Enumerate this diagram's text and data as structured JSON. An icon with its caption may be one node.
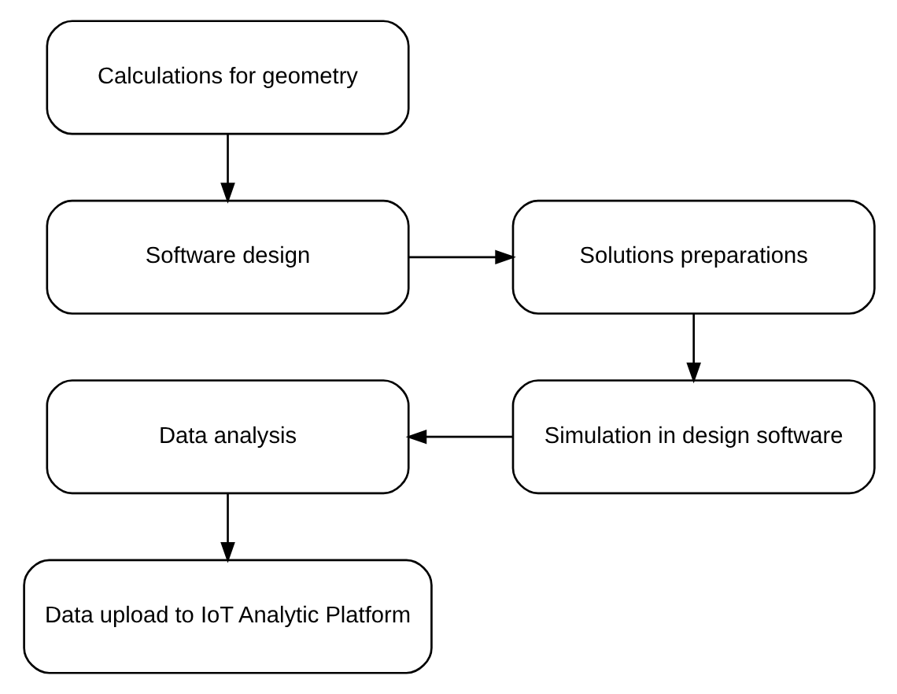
{
  "diagram": {
    "nodes": [
      {
        "text": [
          "Calculations for geometry"
        ]
      },
      {
        "text": [
          "Software design"
        ]
      },
      {
        "text": [
          "Solutions preparations"
        ]
      },
      {
        "text": [
          "Simulation in design software"
        ]
      },
      {
        "text": [
          "Data analysis"
        ]
      },
      {
        "text": [
          "Data upload to IoT Analytic Platform"
        ]
      }
    ],
    "edges": [
      {
        "from": 0,
        "to": 1,
        "arrow": "to"
      },
      {
        "from": 1,
        "to": 2,
        "arrow": "to"
      },
      {
        "from": 2,
        "to": 3,
        "arrow": "to"
      },
      {
        "from": 3,
        "to": 4,
        "arrow": "to"
      },
      {
        "from": 4,
        "to": 5,
        "arrow": "to"
      }
    ]
  }
}
